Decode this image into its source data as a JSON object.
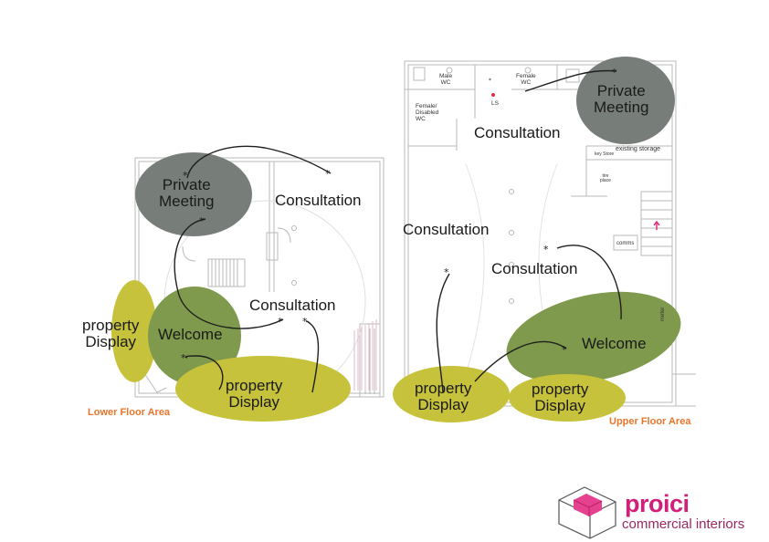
{
  "floor_labels": {
    "lower": "Lower Floor Area",
    "upper": "Upper Floor Area"
  },
  "zones": {
    "lower_private_meeting": "Private\nMeeting",
    "lower_consultation_top": "Consultation",
    "lower_consultation_mid": "Consultation",
    "lower_property_display_left": "property\nDisplay",
    "lower_welcome": "Welcome",
    "lower_property_display_bottom": "property\nDisplay",
    "upper_private_meeting": "Private\nMeeting",
    "upper_consultation_top": "Consultation",
    "upper_consultation_left": "Consultation",
    "upper_consultation_mid": "Consultation",
    "upper_welcome": "Welcome",
    "upper_property_display_left": "property\nDisplay",
    "upper_property_display_right": "property\nDisplay"
  },
  "plan_labels": {
    "male_wc": "Male\nWC",
    "female_wc": "Female\nWC",
    "ls": "LS",
    "female_disabled_wc": "Female/\nDisabled\nWC",
    "existing_storage": "existing storage",
    "key_store": "key Store",
    "fire_place": "tire\nplace",
    "comms": "comms",
    "meter": "meter"
  },
  "logo": {
    "word": "proici",
    "subtitle": "commercial interiors"
  },
  "colors": {
    "zone_grey": "#777e79",
    "zone_olive": "#7f9a4d",
    "zone_yellow": "#c6c23b",
    "floor_label": "#e8762c",
    "logo_pink": "#d2207a"
  }
}
